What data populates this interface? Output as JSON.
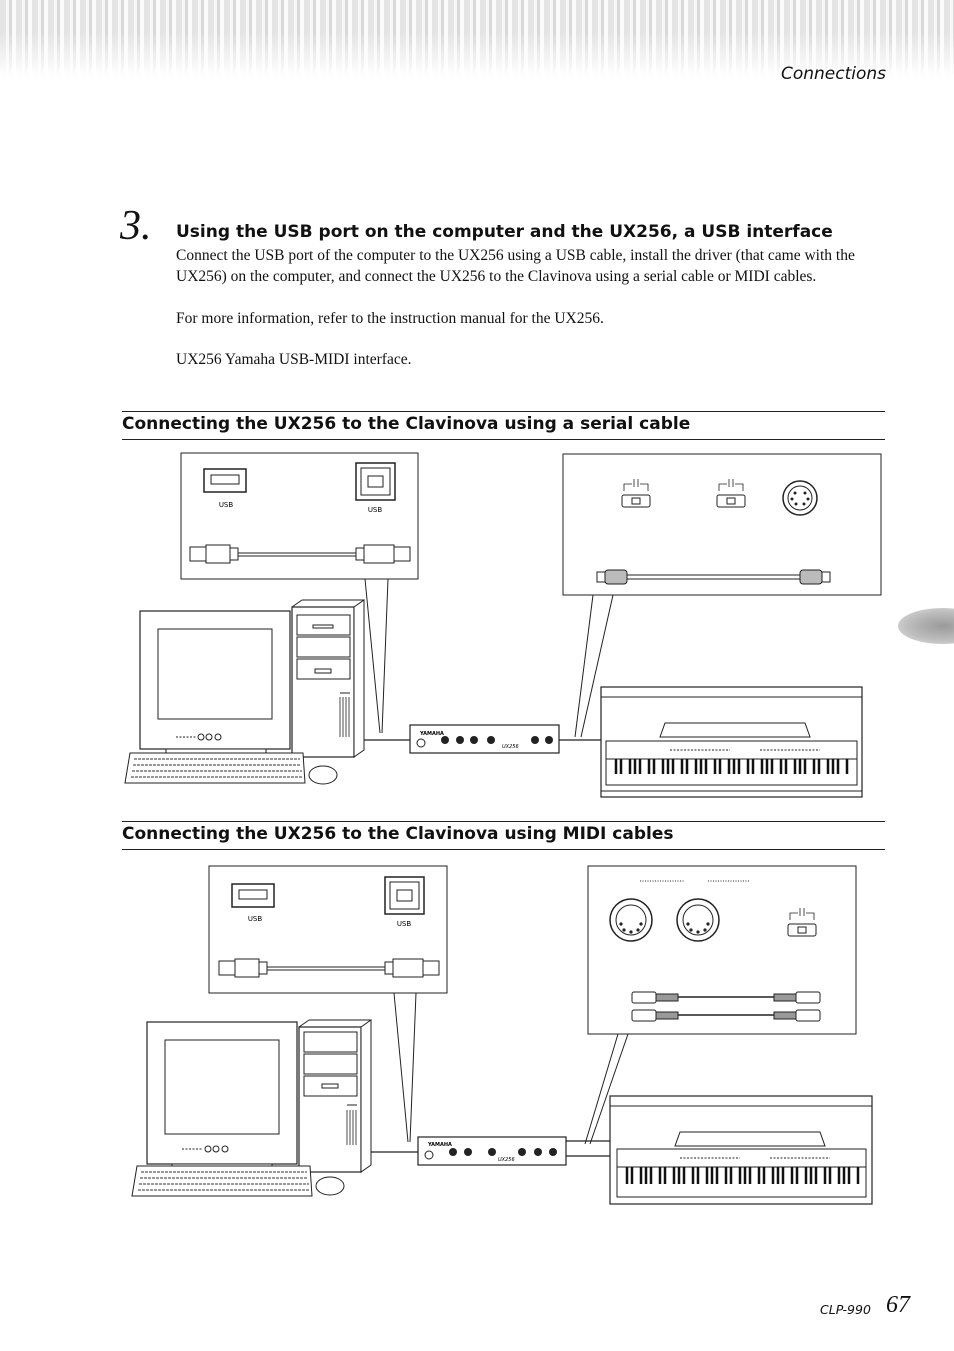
{
  "header": {
    "section_title": "Connections"
  },
  "step": {
    "number": "3.",
    "title": "Using the USB port on the computer and the UX256, a USB interface",
    "paragraph_1": "Connect the USB port of the computer to the UX256 using a USB cable, install the driver (that came with the UX256) on the computer, and connect the UX256 to the Clavinova using a serial cable or MIDI cables.",
    "paragraph_2": "For more information, refer to the instruction manual for the UX256.",
    "paragraph_3": "UX256 Yamaha USB-MIDI interface."
  },
  "serial_section": {
    "heading": "Connecting the UX256 to the Clavinova using a serial cable",
    "usb_label_left": "USB",
    "usb_label_right": "USB",
    "ux256_brand": "YAMAHA",
    "ux256_model": "UX256"
  },
  "midi_section": {
    "heading": "Connecting the UX256 to the Clavinova using MIDI cables",
    "usb_label_left": "USB",
    "usb_label_right": "USB",
    "ux256_brand": "YAMAHA",
    "ux256_model": "UX256"
  },
  "footer": {
    "model": "CLP-990",
    "page_number": "67"
  }
}
